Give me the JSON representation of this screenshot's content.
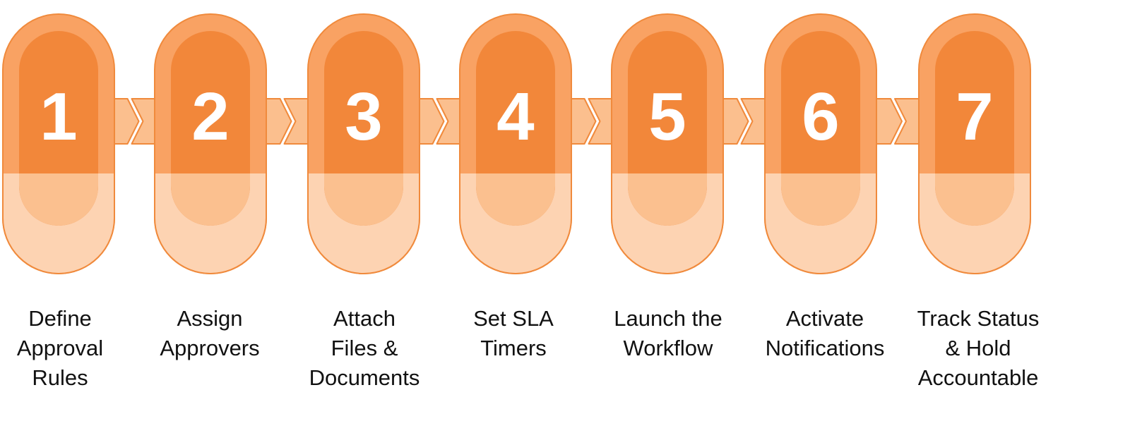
{
  "steps": [
    {
      "number": "1",
      "label_lines": [
        "Define",
        "Approval",
        "Rules"
      ]
    },
    {
      "number": "2",
      "label_lines": [
        "Assign",
        "Approvers"
      ]
    },
    {
      "number": "3",
      "label_lines": [
        "Attach",
        "Files &",
        "Documents"
      ]
    },
    {
      "number": "4",
      "label_lines": [
        "Set SLA",
        "Timers"
      ]
    },
    {
      "number": "5",
      "label_lines": [
        "Launch the",
        "Workflow"
      ]
    },
    {
      "number": "6",
      "label_lines": [
        "Activate",
        "Notifications"
      ]
    },
    {
      "number": "7",
      "label_lines": [
        "Track Status",
        "& Hold",
        "Accountable"
      ]
    }
  ],
  "colors": {
    "outer": "#f9a263",
    "inner": "#f2873a",
    "lower_fade": "#fdd3b2",
    "lower_fade_inner": "#fbc08f",
    "connector": "#fbbf8e",
    "outline": "#f08a3c",
    "number": "#ffffff",
    "label": "#111111"
  },
  "icons": [
    "chevron-connector-icon"
  ]
}
